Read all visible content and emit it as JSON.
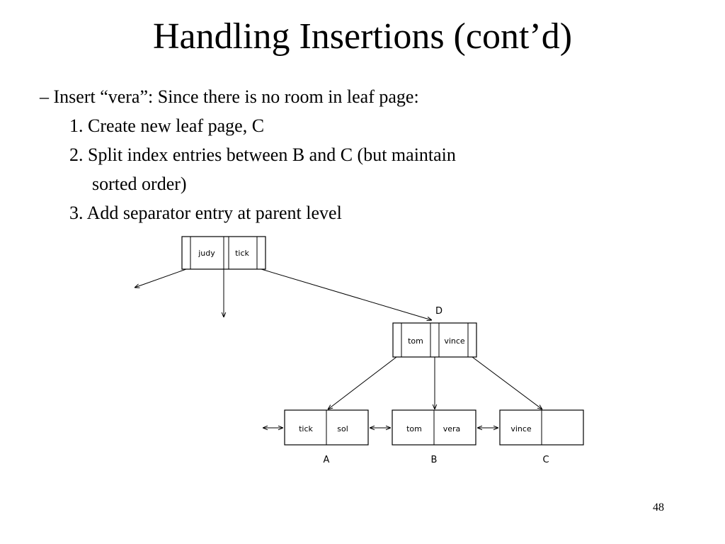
{
  "slide": {
    "title": "Handling Insertions (cont’d)",
    "bullets": {
      "main": "– Insert “vera”:  Since there is no room in leaf page:",
      "step1": "1. Create new leaf page, C",
      "step2_line1": "2. Split index entries between B and C (but maintain",
      "step2_line2": "sorted order)",
      "step3": "3. Add separator entry at parent level"
    },
    "page_number": "48"
  },
  "diagram": {
    "root": {
      "keys": [
        "judy",
        "tick"
      ]
    },
    "index_d": {
      "label": "D",
      "keys": [
        "tom",
        "vince"
      ]
    },
    "leaves": [
      {
        "label": "A",
        "keys": [
          "tick",
          "sol"
        ]
      },
      {
        "label": "B",
        "keys": [
          "tom",
          "vera"
        ]
      },
      {
        "label": "C",
        "keys": [
          "vince",
          ""
        ]
      }
    ]
  }
}
